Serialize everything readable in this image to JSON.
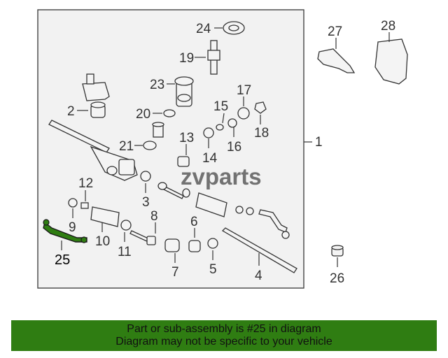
{
  "diagram": {
    "labels": {
      "p1": "1",
      "p2": "2",
      "p3": "3",
      "p4": "4",
      "p5": "5",
      "p6": "6",
      "p7": "7",
      "p8": "8",
      "p9": "9",
      "p10": "10",
      "p11": "11",
      "p12": "12",
      "p13": "13",
      "p14": "14",
      "p15": "15",
      "p16": "16",
      "p17": "17",
      "p18": "18",
      "p19": "19",
      "p20": "20",
      "p21": "21",
      "p23": "23",
      "p24": "24",
      "p25": "25",
      "p26": "26",
      "p27": "27",
      "p28": "28"
    },
    "watermark": "zvparts",
    "highlight_color": "#2f7d12"
  },
  "banner": {
    "line1": "Part or sub-assembly is #25 in diagram",
    "line2": "Diagram may not be specific to your vehicle",
    "background": "#2f7d12"
  }
}
